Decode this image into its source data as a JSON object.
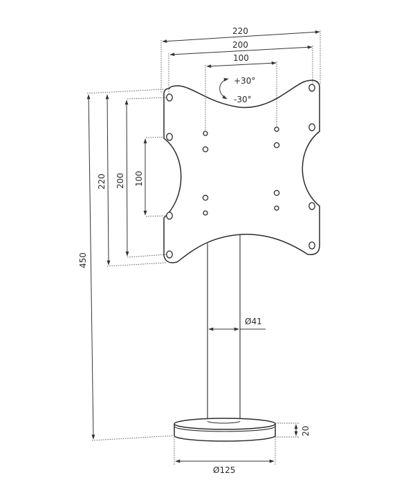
{
  "drawing": {
    "type": "technical dimension drawing",
    "subject": "TV desk mount stand with VESA plate",
    "units": "mm",
    "colors": {
      "line": "#2a2a2a",
      "background": "#ffffff"
    }
  },
  "dimensions": {
    "horizontal": {
      "width_220": "220",
      "width_200": "200",
      "width_100": "100"
    },
    "vertical": {
      "height_450": "450",
      "height_220": "220",
      "height_200": "200",
      "height_100": "100"
    },
    "rotation": {
      "plus": "+30°",
      "minus": "-30°"
    },
    "pole_diameter": "Ø41",
    "base_height": "20",
    "base_diameter": "Ø125"
  }
}
